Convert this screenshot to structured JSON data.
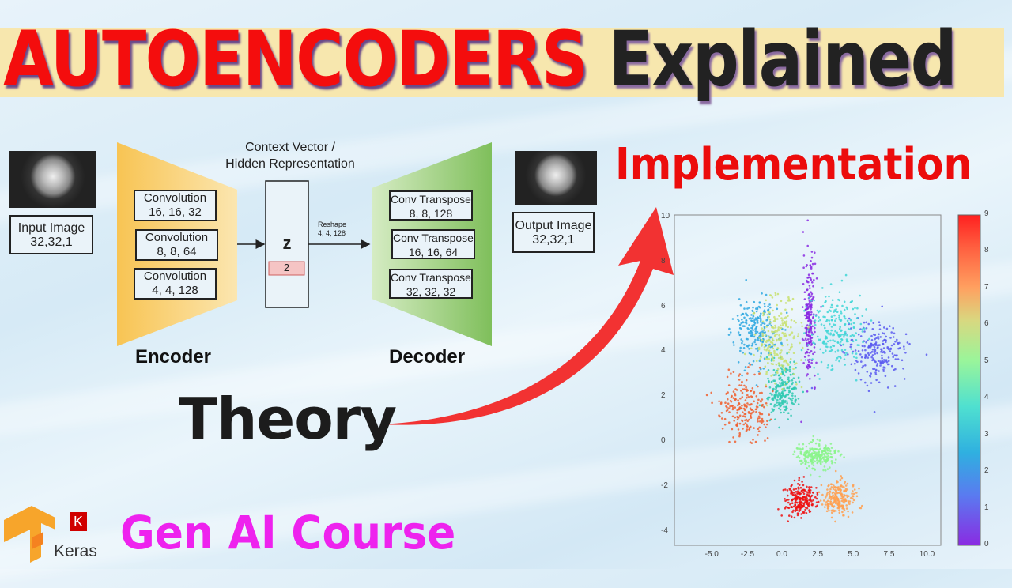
{
  "title": {
    "part1": "AUTOENCODERS",
    "part2": "Explained",
    "part1_color": "#f40d0d",
    "part2_color": "#222222",
    "band_color": "#f7e7ae"
  },
  "diagram": {
    "input": {
      "label": "Input Image",
      "dims": "32,32,1"
    },
    "encoder": {
      "label": "Encoder",
      "color": "#f9c855",
      "layers": [
        {
          "name": "Convolution",
          "dims": "16, 16, 32"
        },
        {
          "name": "Convolution",
          "dims": "8, 8, 64"
        },
        {
          "name": "Convolution",
          "dims": "4, 4, 128"
        }
      ]
    },
    "context": {
      "line1": "Context Vector /",
      "line2": "Hidden Representation",
      "symbol": "z",
      "size": "2"
    },
    "reshape": {
      "label": "Reshape",
      "dims": "4, 4, 128"
    },
    "decoder": {
      "label": "Decoder",
      "color": "#8cc56a",
      "layers": [
        {
          "name": "Conv Transpose",
          "dims": "8, 8, 128"
        },
        {
          "name": "Conv Transpose",
          "dims": "16, 16, 64"
        },
        {
          "name": "Conv Transpose",
          "dims": "32, 32, 32"
        }
      ]
    },
    "output": {
      "label": "Output Image",
      "dims": "32,32,1"
    }
  },
  "theory_label": "Theory",
  "implementation_label": "Implementation",
  "course": {
    "label": "Gen AI Course",
    "color": "#ee22ee",
    "keras_label": "Keras",
    "keras_letter": "K"
  },
  "chart_data": {
    "type": "scatter",
    "title": "",
    "xlabel": "",
    "ylabel": "",
    "xlim": [
      -7,
      11
    ],
    "ylim": [
      -4.6,
      10.2
    ],
    "x_ticks": [
      "-5.0",
      "-2.5",
      "0.0",
      "2.5",
      "5.0",
      "7.5",
      "10.0"
    ],
    "y_ticks": [
      "10",
      "8",
      "6",
      "4",
      "2",
      "0",
      "-2",
      "-4"
    ],
    "colorbar": {
      "colormap": "rainbow",
      "min": 0,
      "max": 9,
      "ticks": [
        "9",
        "8",
        "7",
        "6",
        "5",
        "4",
        "3",
        "2",
        "1",
        "0"
      ]
    },
    "clusters": [
      {
        "label": 0,
        "center": [
          1.7,
          5.5
        ],
        "spread": [
          0.35,
          2.2
        ],
        "color": "#8a2be2"
      },
      {
        "label": 1,
        "center": [
          6.5,
          4.0
        ],
        "spread": [
          1.8,
          1.1
        ],
        "color": "#5a5af0"
      },
      {
        "label": 2,
        "center": [
          -2.0,
          5.0
        ],
        "spread": [
          1.3,
          1.3
        ],
        "color": "#2fa8e0"
      },
      {
        "label": 3,
        "center": [
          3.5,
          5.0
        ],
        "spread": [
          1.6,
          1.4
        ],
        "color": "#3fd6d6"
      },
      {
        "label": 4,
        "center": [
          -0.2,
          2.3
        ],
        "spread": [
          0.9,
          1.0
        ],
        "color": "#2ec9b0"
      },
      {
        "label": 5,
        "center": [
          2.2,
          -0.6
        ],
        "spread": [
          1.1,
          0.5
        ],
        "color": "#8af58a"
      },
      {
        "label": 6,
        "center": [
          -0.5,
          4.5
        ],
        "spread": [
          1.5,
          1.6
        ],
        "color": "#c8e070"
      },
      {
        "label": 7,
        "center": [
          3.8,
          -2.5
        ],
        "spread": [
          0.9,
          0.6
        ],
        "color": "#ffa050"
      },
      {
        "label": 8,
        "center": [
          -2.8,
          1.5
        ],
        "spread": [
          1.4,
          1.2
        ],
        "color": "#f06030"
      },
      {
        "label": 9,
        "center": [
          1.0,
          -2.6
        ],
        "spread": [
          0.9,
          0.6
        ],
        "color": "#ee1010"
      }
    ]
  }
}
